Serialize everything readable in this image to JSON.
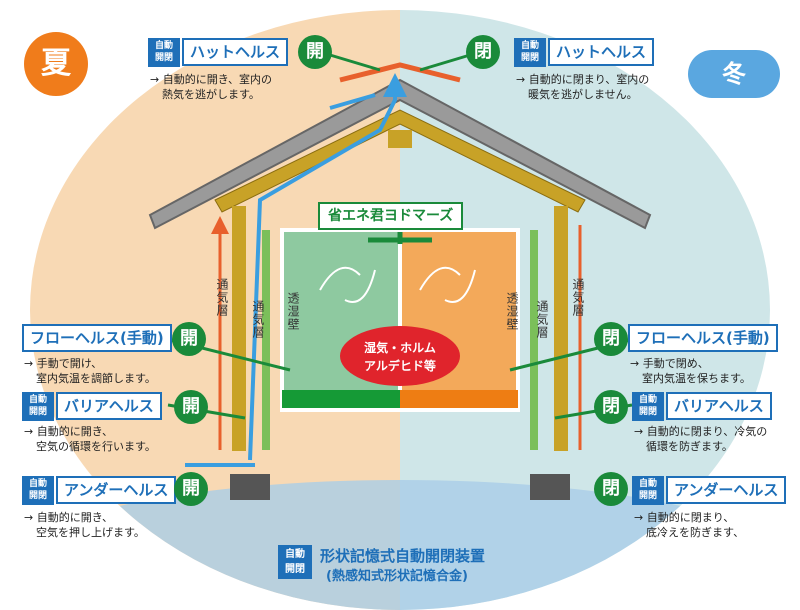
{
  "season": {
    "summer": "夏",
    "winter": "冬"
  },
  "badge_text": "自動\n開閉",
  "hat_left": {
    "title": "ハットヘルス",
    "state": "開",
    "desc": [
      "→ 自動的に開き、室内の",
      "熱気を逃がします。"
    ]
  },
  "hat_right": {
    "title": "ハットヘルス",
    "state": "閉",
    "desc": [
      "→ 自動的に閉まり、室内の",
      "暖気を逃がしません。"
    ]
  },
  "flow_left": {
    "title": "フローヘルス(手動)",
    "state": "開",
    "desc": [
      "→ 手動で開け、",
      "室内気温を調節します。"
    ]
  },
  "flow_right": {
    "title": "フローヘルス(手動)",
    "state": "閉",
    "desc": [
      "→ 手動で閉め、",
      "室内気温を保ちます。"
    ]
  },
  "barrier_left": {
    "title": "バリアヘルス",
    "state": "開",
    "desc": [
      "→ 自動的に開き、",
      "空気の循環を行います。"
    ]
  },
  "barrier_right": {
    "title": "バリアヘルス",
    "state": "閉",
    "desc": [
      "→ 自動的に閉まり、冷気の",
      "循環を防ぎます。"
    ]
  },
  "under_left": {
    "title": "アンダーヘルス",
    "state": "開",
    "desc": [
      "→ 自動的に開き、",
      "空気を押し上げます。"
    ]
  },
  "under_right": {
    "title": "アンダーヘルス",
    "state": "閉",
    "desc": [
      "→ 自動的に閉まり、",
      "底冷えを防ぎます、"
    ]
  },
  "wall_labels": {
    "vent_layer": "通気層",
    "moisture_wall": "透湿壁"
  },
  "yodomars": "省エネ君ヨドマーズ",
  "moisture": [
    "湿気・ホルム",
    "アルデヒド等"
  ],
  "bottom": {
    "badge": "自動\n開閉",
    "main": "形状記憶式自動開閉装置",
    "sub": "(熱感知式形状記憶合金)"
  },
  "colors": {
    "summer_bg": "#f8d9b4",
    "winter_bg": "#cfe6e8",
    "blue": "#1e6fb8",
    "green": "#1a8a3a",
    "orange": "#f07c1b"
  }
}
